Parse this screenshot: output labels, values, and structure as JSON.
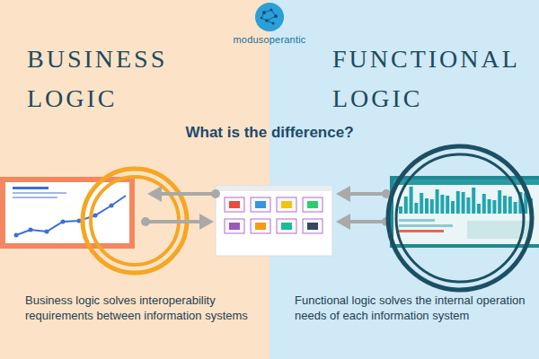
{
  "diagram": {
    "title": "What is the difference?",
    "nodes": [
      {
        "text": [
          "BUSINESS LOGIC",
          "Business logic solves interoperability requirements between information systems"
        ]
      },
      {
        "text": [
          "FUNCTIONAL LOGIC",
          "Functional logic solves the internal operation needs of each information system"
        ]
      }
    ],
    "labels": [
      "modusoperantic"
    ]
  }
}
